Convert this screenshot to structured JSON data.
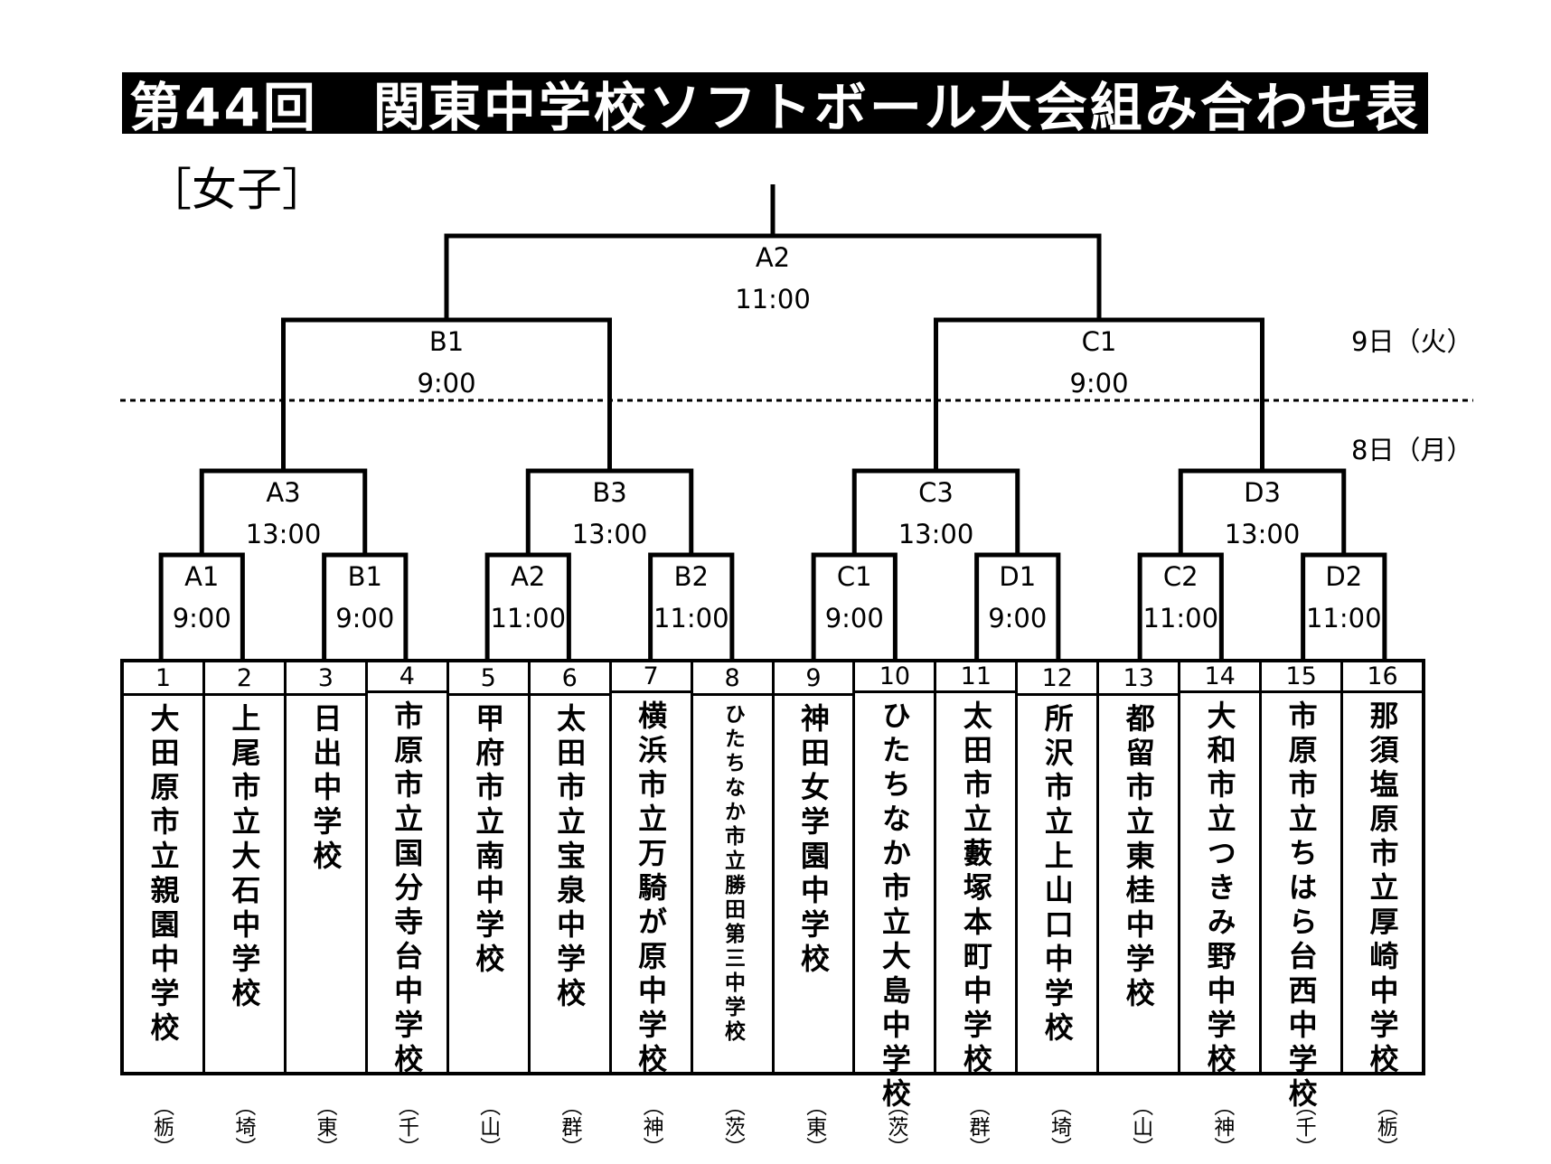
{
  "title": "第44回　関東中学校ソフトボール大会組み合わせ表",
  "section": "［女子］",
  "day_labels": [
    "9日（火）",
    "8日（月）"
  ],
  "matches": {
    "final": {
      "id": "A2",
      "time": "11:00"
    },
    "semis": [
      {
        "id": "B1",
        "time": "9:00"
      },
      {
        "id": "C1",
        "time": "9:00"
      }
    ],
    "quarters": [
      {
        "id": "A3",
        "time": "13:00"
      },
      {
        "id": "B3",
        "time": "13:00"
      },
      {
        "id": "C3",
        "time": "13:00"
      },
      {
        "id": "D3",
        "time": "13:00"
      }
    ],
    "first_round": [
      {
        "id": "A1",
        "time": "9:00"
      },
      {
        "id": "B1",
        "time": "9:00"
      },
      {
        "id": "A2",
        "time": "11:00"
      },
      {
        "id": "B2",
        "time": "11:00"
      },
      {
        "id": "C1",
        "time": "9:00"
      },
      {
        "id": "D1",
        "time": "9:00"
      },
      {
        "id": "C2",
        "time": "11:00"
      },
      {
        "id": "D2",
        "time": "11:00"
      }
    ]
  },
  "teams": [
    {
      "num": "1",
      "name": "大田原市立親園中学校",
      "pref": "（栃）"
    },
    {
      "num": "2",
      "name": "上尾市立大石中学校",
      "pref": "（埼）"
    },
    {
      "num": "3",
      "name": "日出中学校",
      "pref": "（東）"
    },
    {
      "num": "4",
      "name": "市原市立国分寺台中学校",
      "pref": "（千）"
    },
    {
      "num": "5",
      "name": "甲府市立南中学校",
      "pref": "（山）"
    },
    {
      "num": "6",
      "name": "太田市立宝泉中学校",
      "pref": "（群）"
    },
    {
      "num": "7",
      "name": "横浜市立万騎が原中学校",
      "pref": "（神）"
    },
    {
      "num": "8",
      "name": "ひたちなか市立勝田第三中学校",
      "pref": "（茨）"
    },
    {
      "num": "9",
      "name": "神田女学園中学校",
      "pref": "（東）"
    },
    {
      "num": "10",
      "name": "ひたちなか市立大島中学校",
      "pref": "（茨）"
    },
    {
      "num": "11",
      "name": "太田市立藪塚本町中学校",
      "pref": "（群）"
    },
    {
      "num": "12",
      "name": "所沢市立上山口中学校",
      "pref": "（埼）"
    },
    {
      "num": "13",
      "name": "都留市立東桂中学校",
      "pref": "（山）"
    },
    {
      "num": "14",
      "name": "大和市立つきみ野中学校",
      "pref": "（神）"
    },
    {
      "num": "15",
      "name": "市原市立ちはら台西中学校",
      "pref": "（千）"
    },
    {
      "num": "16",
      "name": "那須塩原市立厚崎中学校",
      "pref": "（栃）"
    }
  ]
}
